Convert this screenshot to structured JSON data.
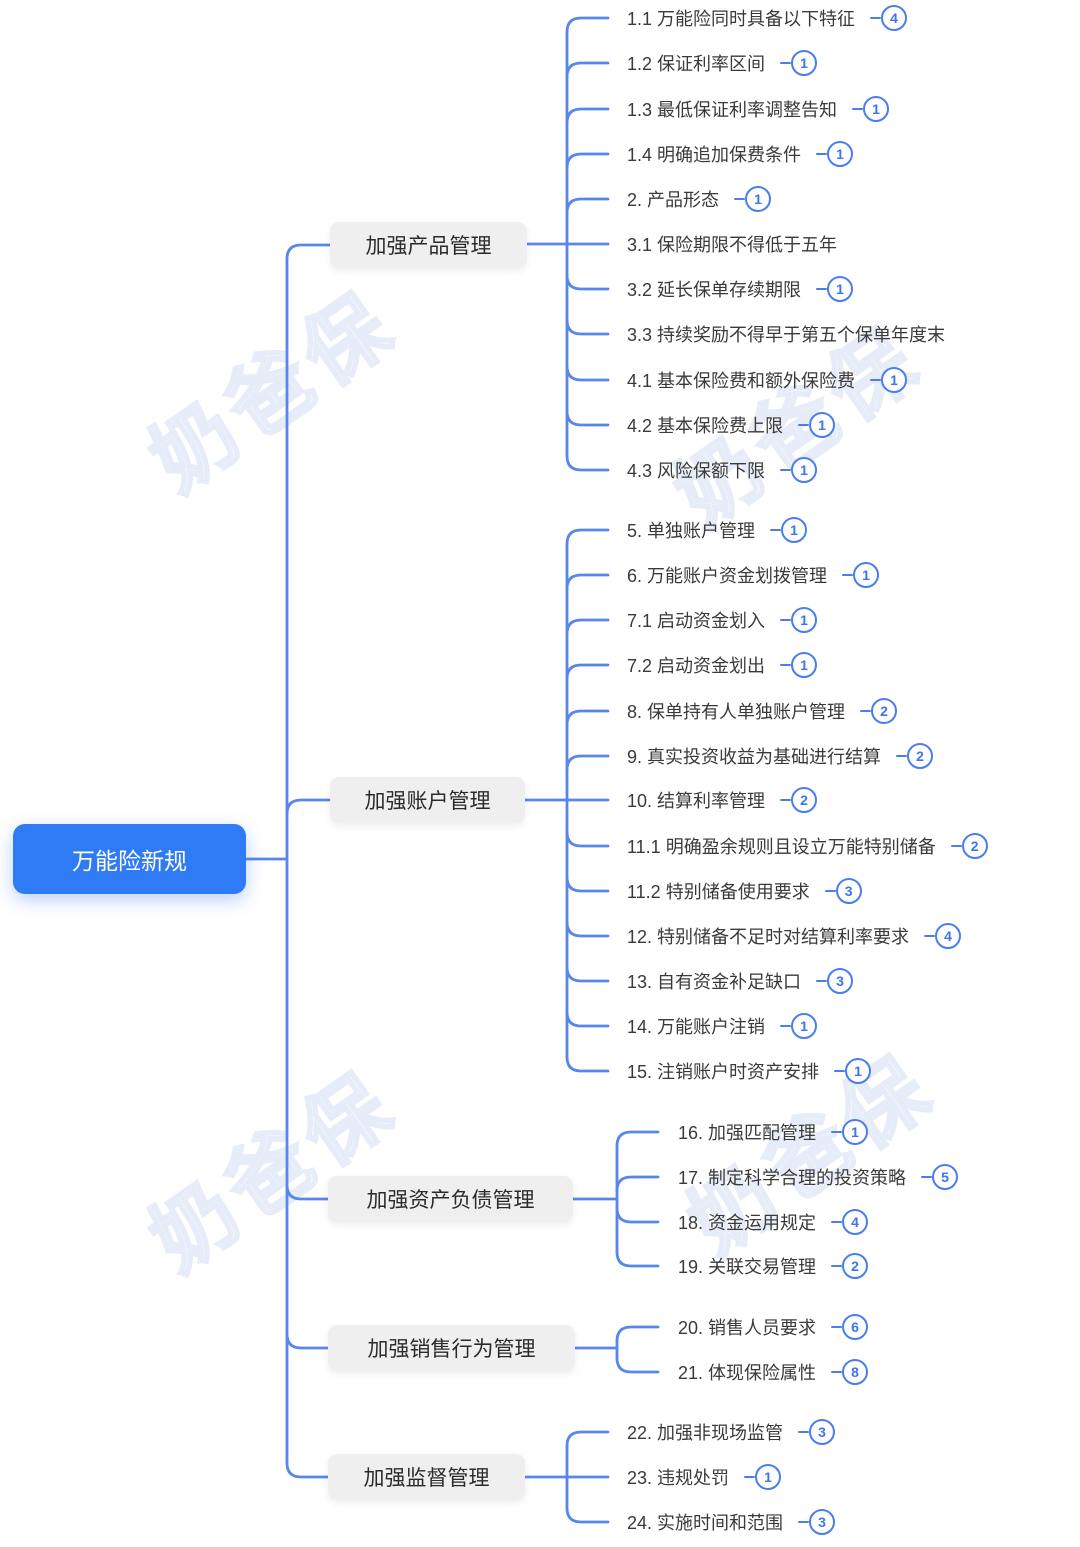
{
  "root": {
    "label": "万能险新规"
  },
  "watermark": "奶爸保",
  "colors": {
    "root_bg": "#2f7af5",
    "branch_bg": "#efefef",
    "line": "#5886ec",
    "badge": "#4a7df0"
  },
  "branches": [
    {
      "label": "加强产品管理",
      "children": [
        {
          "text": "1.1 万能险同时具备以下特征",
          "badge": 4
        },
        {
          "text": "1.2 保证利率区间",
          "badge": 1
        },
        {
          "text": "1.3 最低保证利率调整告知",
          "badge": 1
        },
        {
          "text": "1.4 明确追加保费条件",
          "badge": 1
        },
        {
          "text": "2. 产品形态",
          "badge": 1
        },
        {
          "text": "3.1 保险期限不得低于五年"
        },
        {
          "text": "3.2 延长保单存续期限",
          "badge": 1
        },
        {
          "text": "3.3 持续奖励不得早于第五个保单年度末"
        },
        {
          "text": "4.1 基本保险费和额外保险费",
          "badge": 1
        },
        {
          "text": "4.2 基本保险费上限",
          "badge": 1
        },
        {
          "text": "4.3 风险保额下限",
          "badge": 1
        }
      ]
    },
    {
      "label": "加强账户管理",
      "children": [
        {
          "text": "5. 单独账户管理",
          "badge": 1
        },
        {
          "text": "6. 万能账户资金划拨管理",
          "badge": 1
        },
        {
          "text": "7.1 启动资金划入",
          "badge": 1
        },
        {
          "text": "7.2 启动资金划出",
          "badge": 1
        },
        {
          "text": "8. 保单持有人单独账户管理",
          "badge": 2
        },
        {
          "text": "9. 真实投资收益为基础进行结算",
          "badge": 2
        },
        {
          "text": "10. 结算利率管理",
          "badge": 2
        },
        {
          "text": "11.1 明确盈余规则且设立万能特别储备",
          "badge": 2
        },
        {
          "text": "11.2 特别储备使用要求",
          "badge": 3
        },
        {
          "text": "12. 特别储备不足时对结算利率要求",
          "badge": 4
        },
        {
          "text": "13. 自有资金补足缺口",
          "badge": 3
        },
        {
          "text": "14. 万能账户注销",
          "badge": 1
        },
        {
          "text": "15. 注销账户时资产安排",
          "badge": 1
        }
      ]
    },
    {
      "label": "加强资产负债管理",
      "children": [
        {
          "text": "16. 加强匹配管理",
          "badge": 1
        },
        {
          "text": "17. 制定科学合理的投资策略",
          "badge": 5
        },
        {
          "text": "18. 资金运用规定",
          "badge": 4
        },
        {
          "text": "19. 关联交易管理",
          "badge": 2
        }
      ]
    },
    {
      "label": "加强销售行为管理",
      "children": [
        {
          "text": "20. 销售人员要求",
          "badge": 6
        },
        {
          "text": "21. 体现保险属性",
          "badge": 8
        }
      ]
    },
    {
      "label": "加强监督管理",
      "children": [
        {
          "text": "22. 加强非现场监管",
          "badge": 3
        },
        {
          "text": "23. 违规处罚",
          "badge": 1
        },
        {
          "text": "24. 实施时间和范围",
          "badge": 3
        }
      ]
    }
  ]
}
